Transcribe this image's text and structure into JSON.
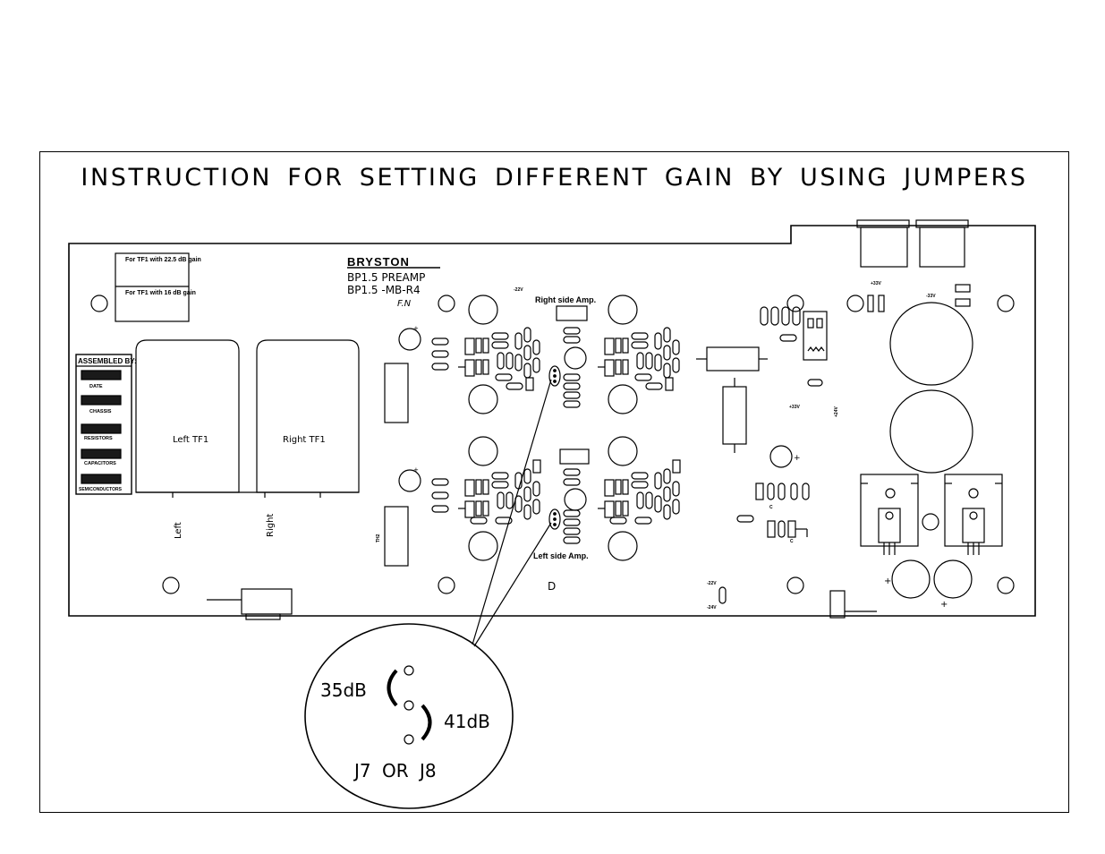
{
  "title": "INSTRUCTION FOR SETTING DIFFERENT GAIN BY USING JUMPERS",
  "board": {
    "logo": "BRYSTON",
    "model": "BP1.5 PREAMP",
    "part_number": "BP1.5 -MB-R4",
    "signature": "F.N",
    "note_1": "For TF1 with 22.5 dB gain",
    "note_2": "For TF1 with 16 dB gain",
    "assembled_by": "ASSEMBLED BY:",
    "assembly_fields": [
      "DATE",
      "CHASSIS",
      "RESISTORS",
      "CAPACITORS",
      "SEMICONDUCTORS"
    ],
    "left_tf1": "Left TF1",
    "right_tf1": "Right TF1",
    "left_label": "Left",
    "right_label": "Right",
    "right_side_amp": "Right side Amp.",
    "left_side_amp": "Left side Amp.",
    "d_label": "D",
    "voltage_labels": [
      "-22V",
      "+33V",
      "-33V",
      "+22V",
      "+24V",
      "-22V",
      "-24V"
    ],
    "plus_sign": "+",
    "minus_sign": "-",
    "c_label": "C",
    "small_component_label": "TH2"
  },
  "detail": {
    "gain_low": "35dB",
    "gain_high": "41dB",
    "jumpers": "J7 OR J8"
  },
  "colors": {
    "ink": "#000000",
    "paper": "#ffffff",
    "fill_dark": "#1a1a1a"
  }
}
